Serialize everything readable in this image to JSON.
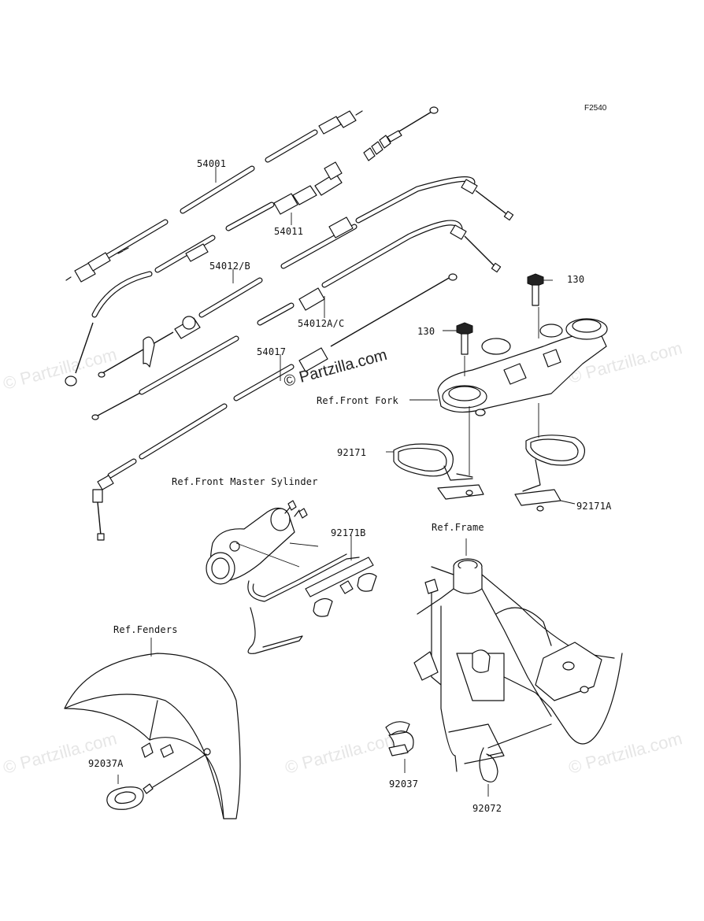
{
  "figure_code": "F2540",
  "brand": "© Partzilla.com",
  "watermark_text": "© Partzilla.com",
  "callouts": {
    "c54001": "54001",
    "c54011": "54011",
    "c54012b": "54012/B",
    "c54012ac": "54012A/C",
    "c54017": "54017",
    "c130a": "130",
    "c130b": "130",
    "ref_front_fork": "Ref.Front Fork",
    "c92171": "92171",
    "c92171a": "92171A",
    "ref_front_master_cylinder": "Ref.Front Master Sylinder",
    "c92171b": "92171B",
    "ref_frame": "Ref.Frame",
    "ref_fenders": "Ref.Fenders",
    "c92037a": "92037A",
    "c92037": "92037",
    "c92072": "92072"
  }
}
